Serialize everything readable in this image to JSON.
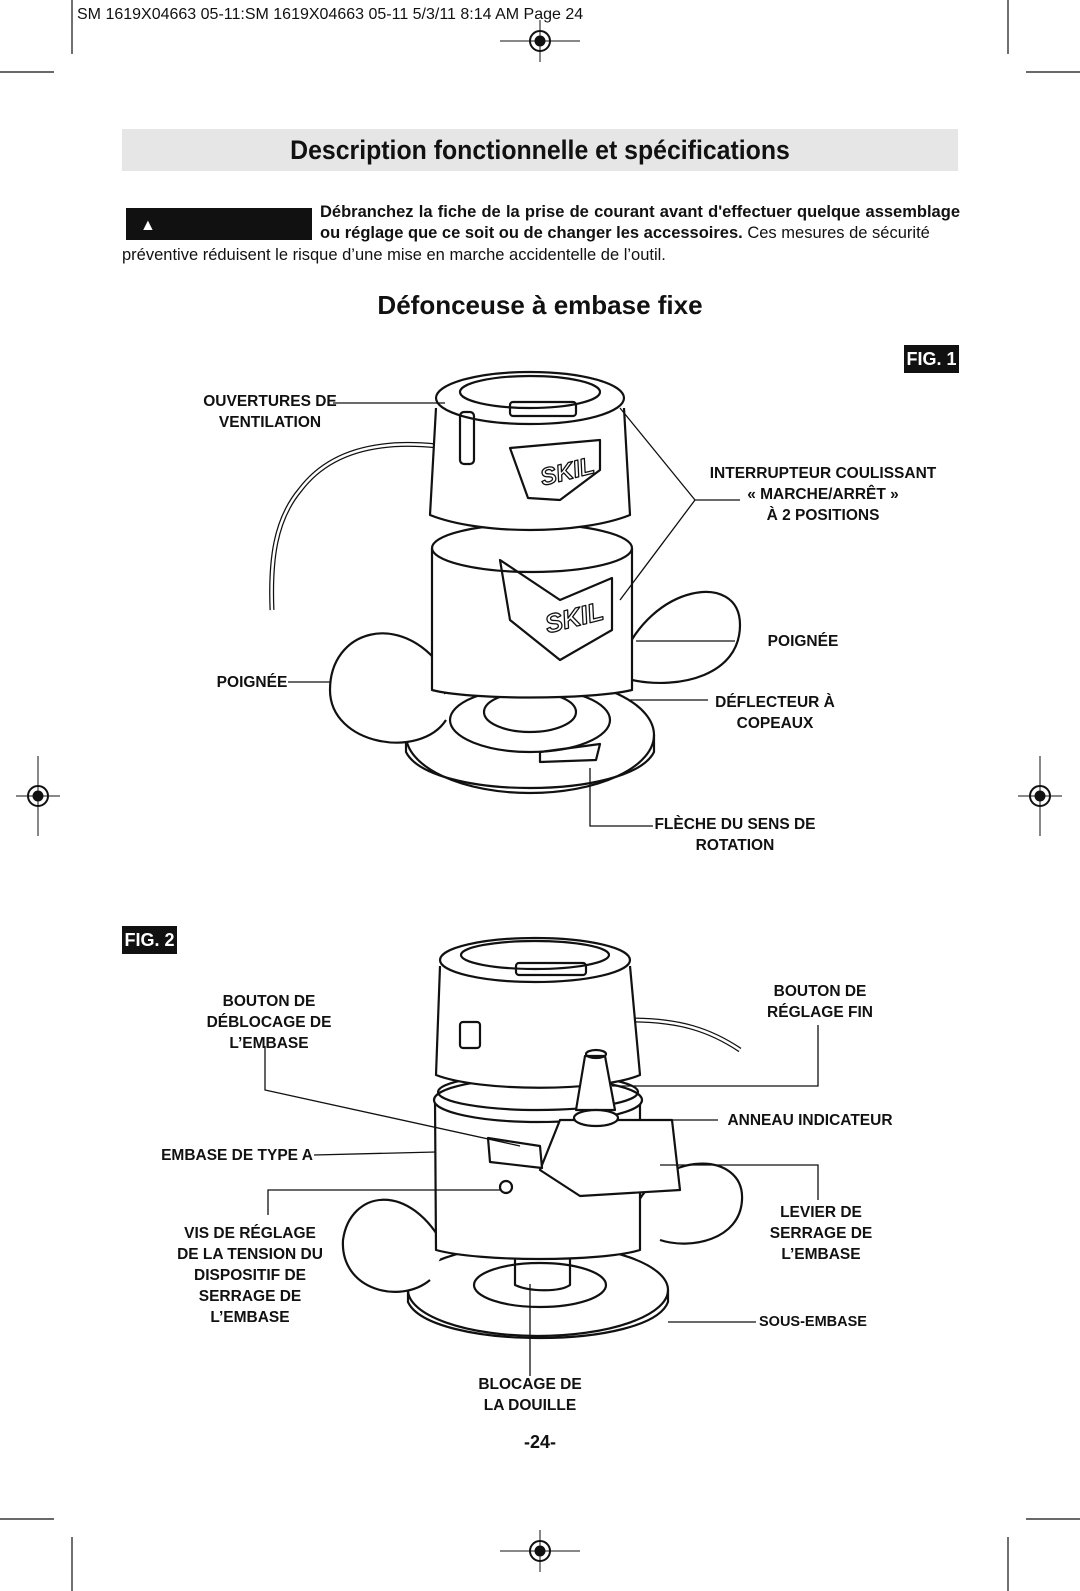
{
  "header": {
    "slug": "SM 1619X04663 05-11:SM 1619X04663 05-11  5/3/11  8:14 AM  Page 24"
  },
  "section_title": "Description fonctionnelle et spécifications",
  "warning": {
    "badge": "AVERTISSEMENT",
    "bold_text": "Débranchez la fiche de la prise de courant avant d'effectuer quelque assemblage ou réglage que ce soit ou de changer les accessoires.",
    "normal_text": "Ces mesures de sécurité",
    "continuation": "préventive réduisent le risque d’une mise en marche accidentelle de l’outil."
  },
  "subtitle": "Défonceuse à embase fixe",
  "figure1": {
    "badge": "FIG. 1",
    "labels": {
      "vents": "OUVERTURES DE\nVENTILATION",
      "switch": "INTERRUPTEUR COULISSANT\n« MARCHE/ARRÊT »\nÀ 2 POSITIONS",
      "handle_right": "POIGNÉE",
      "handle_left": "POIGNÉE",
      "chip_deflector": "DÉFLECTEUR À\nCOPEAUX",
      "rotation_arrow": "FLÈCHE DU SENS DE\nROTATION"
    }
  },
  "figure2": {
    "badge": "FIG. 2",
    "labels": {
      "base_release": "BOUTON DE\nDÉBLOCAGE  DE\nL’EMBASE",
      "fine_adjust": "BOUTON DE\nRÉGLAGE FIN",
      "indicator_ring": "ANNEAU INDICATEUR",
      "base_type": "EMBASE DE TYPE A",
      "clamp_lever": "LEVIER DE\nSERRAGE DE\nL’EMBASE",
      "tension_screw": "VIS DE RÉGLAGE\nDE LA TENSION DU\nDISPOSITIF DE\nSERRAGE DE\nL’EMBASE",
      "sub_base": "SOUS-EMBASE",
      "spindle_lock": "BLOCAGE DE\nLA DOUILLE"
    }
  },
  "page_number": "-24-"
}
